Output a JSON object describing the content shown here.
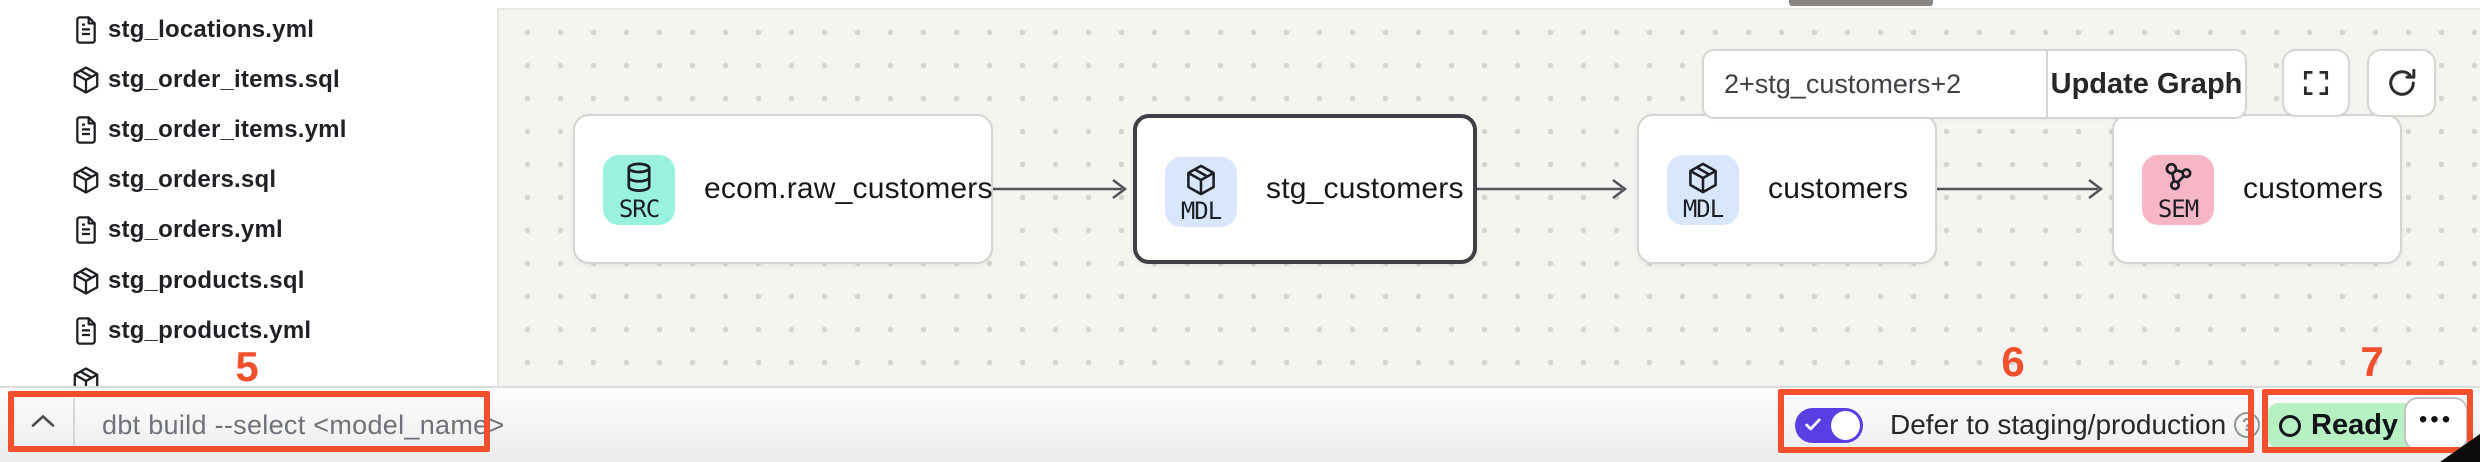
{
  "sidebar": {
    "files": [
      {
        "name": "stg_locations.yml",
        "type": "yml"
      },
      {
        "name": "stg_order_items.sql",
        "type": "sql"
      },
      {
        "name": "stg_order_items.yml",
        "type": "yml"
      },
      {
        "name": "stg_orders.sql",
        "type": "sql"
      },
      {
        "name": "stg_orders.yml",
        "type": "yml"
      },
      {
        "name": "stg_products.sql",
        "type": "sql"
      },
      {
        "name": "stg_products.yml",
        "type": "yml"
      },
      {
        "name": "",
        "type": "sql"
      }
    ]
  },
  "graph": {
    "selector_value": "2+stg_customers+2",
    "update_button_label": "Update Graph",
    "nodes": [
      {
        "badge": "SRC",
        "label": "ecom.raw_customers",
        "badge_color": "#99f2e0",
        "selected": false
      },
      {
        "badge": "MDL",
        "label": "stg_customers",
        "badge_color": "#d8e7fb",
        "selected": true
      },
      {
        "badge": "MDL",
        "label": "customers",
        "badge_color": "#d8e7fb",
        "selected": false
      },
      {
        "badge": "SEM",
        "label": "customers",
        "badge_color": "#f7b6c5",
        "selected": false
      }
    ]
  },
  "command_bar": {
    "placeholder": "dbt build --select <model_name>"
  },
  "status_bar": {
    "defer_label": "Defer to staging/production",
    "toggle_on": true,
    "toggle_color": "#5b3de4",
    "ready_label": "Ready",
    "ready_color": "#b7f0c3",
    "more_label": "•••"
  },
  "annotations": {
    "color": "#f1502d",
    "five": "5",
    "six": "6",
    "seven": "7"
  },
  "icons": {
    "yml_file": "document-icon",
    "sql_file": "cube-icon",
    "source_badge": "database-icon",
    "model_badge": "cube-icon",
    "semantic_badge": "network-icon",
    "fullscreen": "fullscreen-icon",
    "refresh": "refresh-icon",
    "help": "help-icon",
    "collapse": "chevron-up-icon",
    "more": "ellipsis-icon"
  }
}
